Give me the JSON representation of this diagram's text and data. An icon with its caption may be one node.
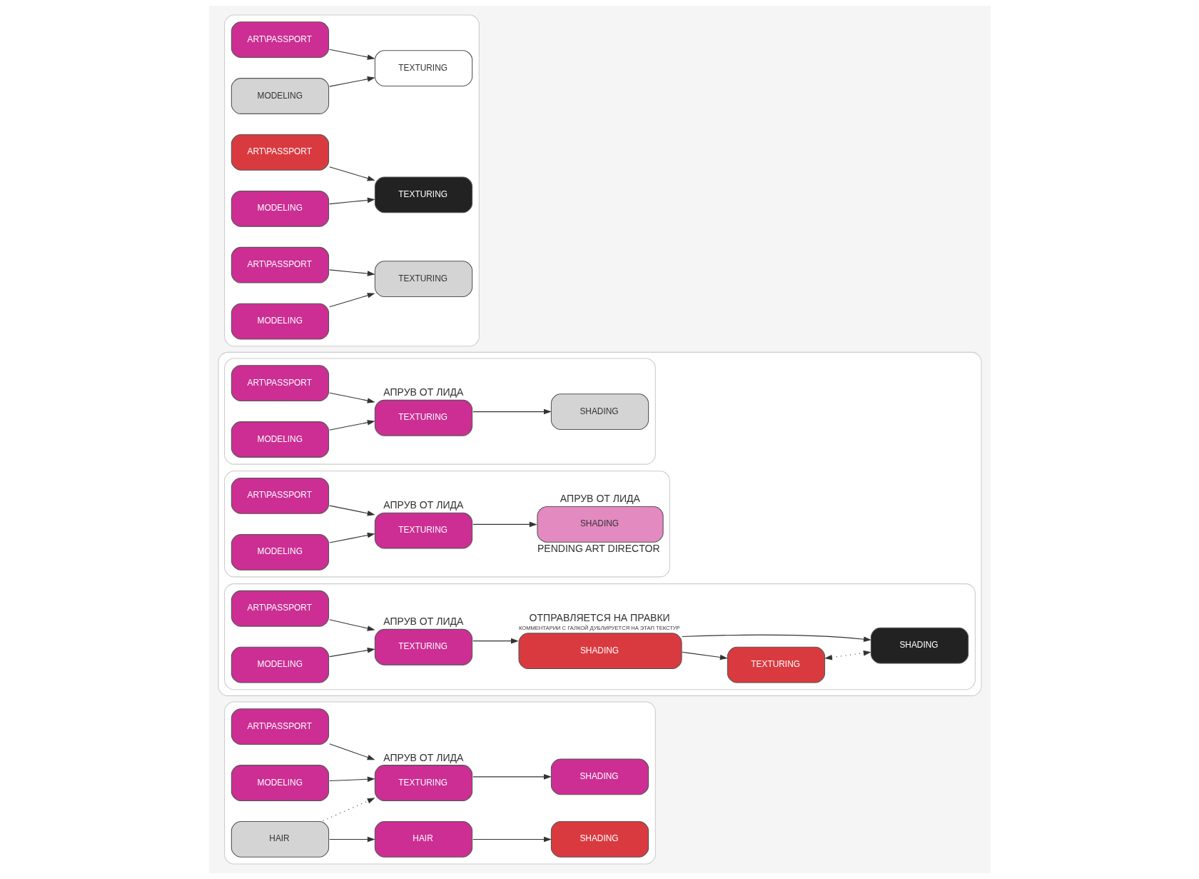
{
  "diagram": {
    "nodes": [
      {
        "text": [],
        "shape": "box"
      },
      {
        "text": [
          "ART\\PASSPORT"
        ],
        "in": 0
      },
      {
        "text": [
          "MODELING"
        ],
        "in": 0
      },
      {
        "text": [
          "TEXTURING"
        ],
        "in": 0
      },
      {
        "text": [
          "ART\\PASSPORT"
        ],
        "in": 0
      },
      {
        "text": [
          "MODELING"
        ],
        "in": 0
      },
      {
        "text": [
          "TEXTURING"
        ],
        "in": 0
      },
      {
        "text": [
          "ART\\PASSPORT"
        ],
        "in": 0
      },
      {
        "text": [
          "MODELING"
        ],
        "in": 0
      },
      {
        "text": [
          "TEXTURING"
        ],
        "in": 0
      },
      {
        "text": [],
        "shape": "box"
      },
      {
        "text": [],
        "shape": "box",
        "in": 10
      },
      {
        "text": [
          "ART\\PASSPORT"
        ],
        "in": 11
      },
      {
        "text": [
          "MODELING"
        ],
        "in": 11
      },
      {
        "text": [
          "TEXTURING"
        ],
        "beside": [
          "АПРУВ ОТ ЛИДА"
        ],
        "in": 11
      },
      {
        "text": [
          "SHADING"
        ],
        "in": 11
      },
      {
        "text": [],
        "shape": "box",
        "in": 10
      },
      {
        "text": [
          "ART\\PASSPORT"
        ],
        "in": 16
      },
      {
        "text": [
          "MODELING"
        ],
        "in": 16
      },
      {
        "text": [
          "TEXTURING"
        ],
        "beside": [
          "АПРУВ ОТ ЛИДА"
        ],
        "in": 16
      },
      {
        "text": [
          "SHADING"
        ],
        "beside": [
          "АПРУВ ОТ ЛИДА",
          "PENDING ART DIRECTOR"
        ],
        "in": 16
      },
      {
        "text": [],
        "shape": "box",
        "in": 10
      },
      {
        "text": [
          "ART\\PASSPORT"
        ],
        "in": 21
      },
      {
        "text": [
          "MODELING"
        ],
        "in": 21
      },
      {
        "text": [
          "TEXTURING"
        ],
        "beside": [
          "АПРУВ ОТ ЛИДА"
        ],
        "in": 21
      },
      {
        "text": [
          "SHADING"
        ],
        "beside": [
          "ОТПРАВЛЯЕТСЯ НА ПРАВКИ",
          "КОММЕНТАРИИ С ГАЛКОЙ ДУБЛИРУЕТСЯ НА ЭТАП ТЕКСТУР"
        ],
        "in": 21
      },
      {
        "text": [
          "TEXTURING"
        ],
        "in": 21
      },
      {
        "text": [
          "SHADING"
        ],
        "in": 21
      },
      {
        "text": [],
        "shape": "box"
      },
      {
        "text": [
          "ART\\PASSPORT"
        ],
        "in": 28
      },
      {
        "text": [
          "MODELING"
        ],
        "in": 28
      },
      {
        "text": [
          "TEXTURING"
        ],
        "beside": [
          "АПРУВ ОТ ЛИДА"
        ],
        "in": 28
      },
      {
        "text": [
          "SHADING"
        ],
        "in": 28
      },
      {
        "text": [
          "HAIR"
        ],
        "in": 28
      },
      {
        "text": [
          "HAIR"
        ],
        "in": 28
      },
      {
        "text": [
          "SHADING"
        ],
        "in": 28
      }
    ],
    "edges": [
      {
        "from": 1,
        "to": 3,
        "arrow": "to"
      },
      {
        "from": 2,
        "to": 3,
        "arrow": "to"
      },
      {
        "from": 4,
        "to": 6,
        "arrow": "to"
      },
      {
        "from": 5,
        "to": 6,
        "arrow": "to"
      },
      {
        "from": 7,
        "to": 9,
        "arrow": "to"
      },
      {
        "from": 8,
        "to": 9,
        "arrow": "to"
      },
      {
        "from": 12,
        "to": 14,
        "arrow": "to"
      },
      {
        "from": 13,
        "to": 14,
        "arrow": "to"
      },
      {
        "from": 14,
        "to": 15,
        "arrow": "to"
      },
      {
        "from": 17,
        "to": 19,
        "arrow": "to"
      },
      {
        "from": 18,
        "to": 19,
        "arrow": "to"
      },
      {
        "from": 19,
        "to": 20,
        "arrow": "to"
      },
      {
        "from": 22,
        "to": 24,
        "arrow": "to"
      },
      {
        "from": 23,
        "to": 24,
        "arrow": "to"
      },
      {
        "from": 24,
        "to": 25,
        "arrow": "to"
      },
      {
        "from": 25,
        "to": 26,
        "arrow": "to"
      },
      {
        "from": 25,
        "to": 27,
        "arrow": "to"
      },
      {
        "from": 26,
        "to": 27,
        "arrow": "both",
        "style": "dashed"
      },
      {
        "from": 29,
        "to": 31,
        "arrow": "to"
      },
      {
        "from": 30,
        "to": 31,
        "arrow": "to"
      },
      {
        "from": 31,
        "to": 32,
        "arrow": "to"
      },
      {
        "from": 33,
        "to": 31,
        "arrow": "to",
        "style": "dashed"
      },
      {
        "from": 33,
        "to": 34,
        "arrow": "to"
      },
      {
        "from": 34,
        "to": 35,
        "arrow": "to"
      }
    ]
  }
}
